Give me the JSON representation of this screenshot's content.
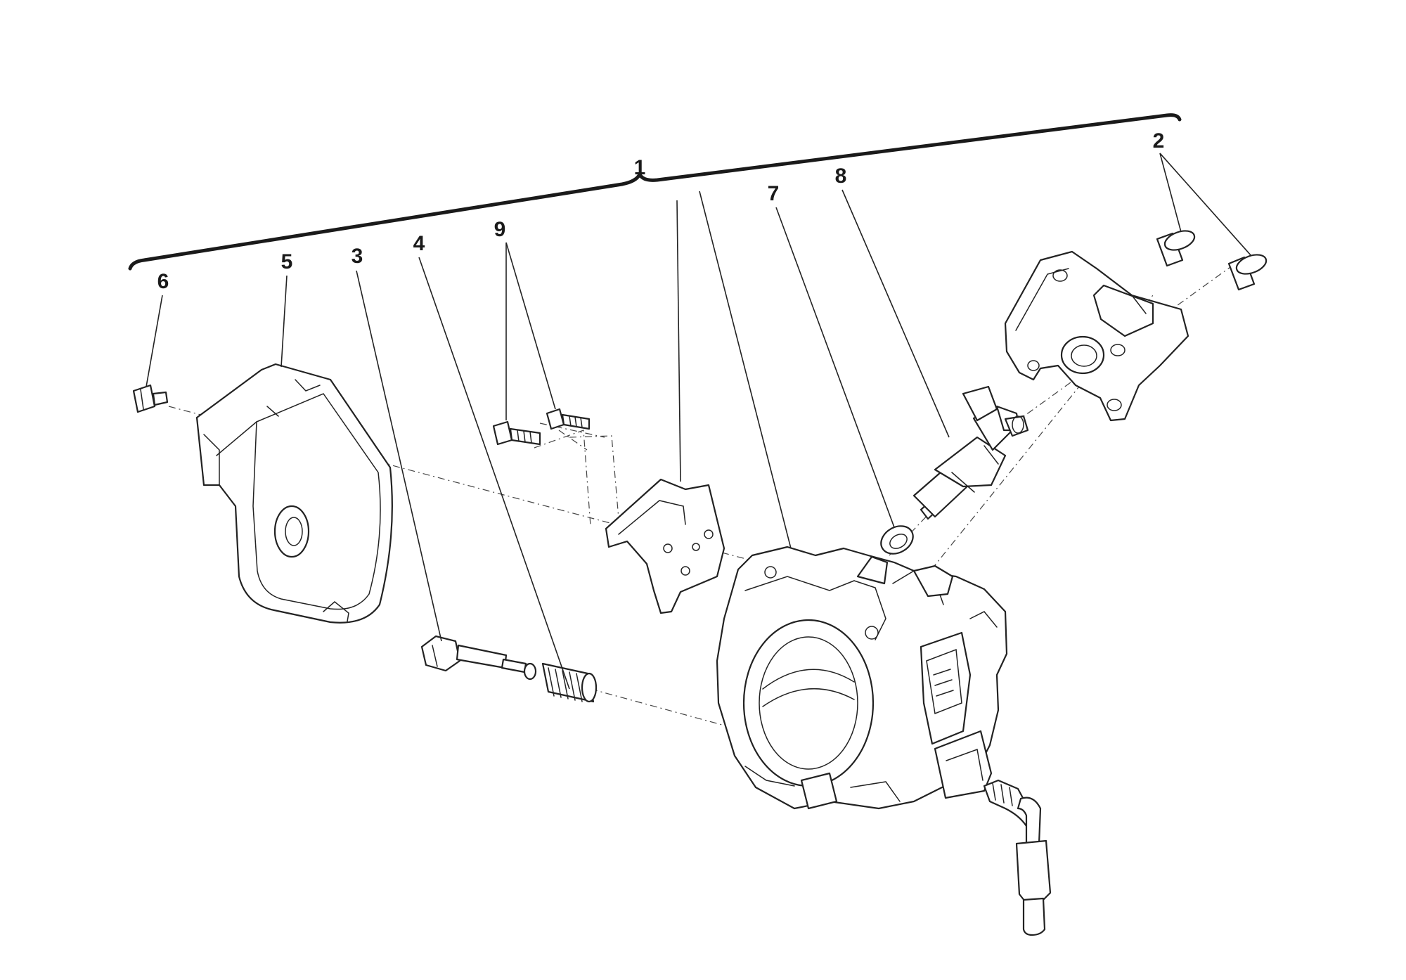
{
  "callouts": {
    "c1": "1",
    "c2": "2",
    "c3": "3",
    "c4": "4",
    "c5": "5",
    "c6": "6",
    "c7": "7",
    "c8": "8",
    "c9": "9"
  },
  "colors": {
    "ink": "#1a1a1a",
    "background": "#ffffff"
  },
  "parts": [
    "throttle-body-assembly",
    "bolt",
    "stop-screw",
    "spring",
    "throttle-cover",
    "cover-screw",
    "o-ring",
    "fuel-injector",
    "bracket-screw"
  ]
}
